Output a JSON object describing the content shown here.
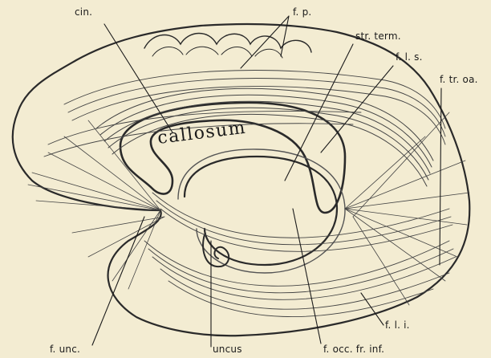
{
  "labels": {
    "cin": "cin.",
    "fp": "f. p.",
    "str_term": "str. term.",
    "fls": "f. l. s.",
    "ftroa": "f. tr. oa.",
    "callosum": "callosum",
    "func": "f. unc.",
    "uncus": "uncus",
    "focc": "f. occ. fr. inf.",
    "fli": "f. l. i."
  },
  "colors": {
    "background": "#f3ecd2",
    "ink": "#1b1b1b",
    "fiber": "#3a3a3a"
  }
}
